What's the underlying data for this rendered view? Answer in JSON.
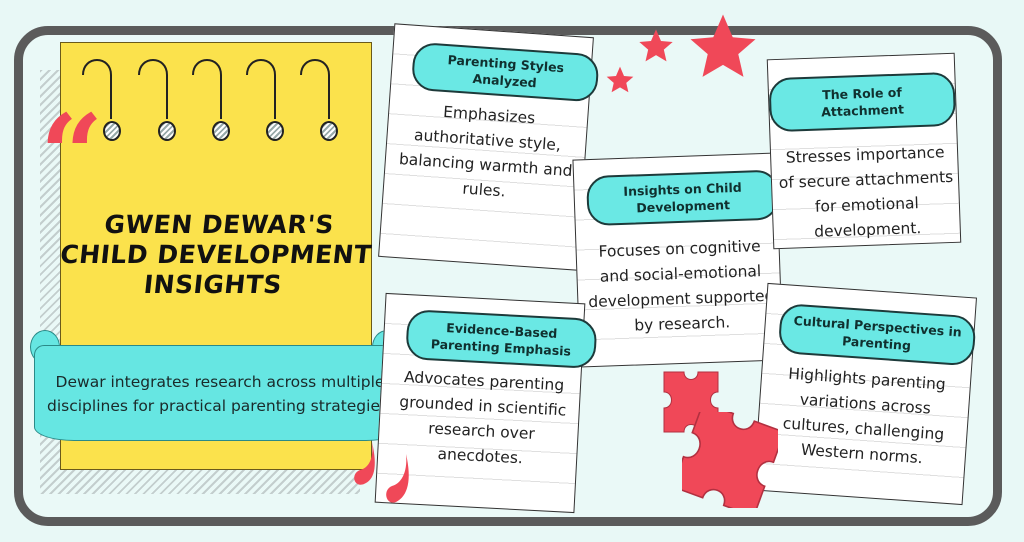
{
  "infographic": {
    "title_lines": [
      "GWEN DEWAR'S",
      "CHILD DEVELOPMENT",
      "INSIGHTS"
    ],
    "quote_mark": "“",
    "ribbon_text": "Dewar integrates research across multiple disciplines for practical parenting strategies.",
    "cards": [
      {
        "title": "Parenting Styles Analyzed",
        "body": "Emphasizes authoritative style, balancing warmth and rules."
      },
      {
        "title": "Insights on Child Development",
        "body": "Focuses on cognitive and social-emotional development supported by research."
      },
      {
        "title": "The Role of Attachment",
        "body": "Stresses importance of secure attachments for emotional development."
      },
      {
        "title": "Evidence-Based Parenting Emphasis",
        "body": "Advocates parenting grounded in scientific research over anecdotes."
      },
      {
        "title": "Cultural Perspectives in Parenting",
        "body": "Highlights parenting variations across cultures, challenging Western norms."
      }
    ]
  },
  "colors": {
    "background": "#e8f8f6",
    "frame": "#5b5b5b",
    "notebook": "#fbe24c",
    "accent_teal": "#6ae8e4",
    "accent_red": "#f04858",
    "text_dark": "#111111"
  },
  "icons": [
    "spiral-ring-icon",
    "quote-mark-icon",
    "star-icon",
    "puzzle-piece-icon",
    "music-note-icon"
  ]
}
